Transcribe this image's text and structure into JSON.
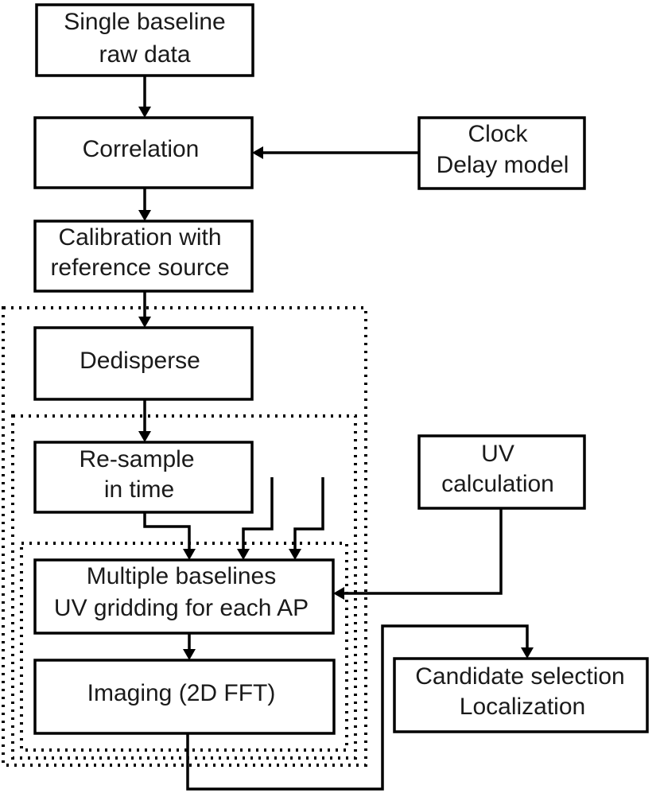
{
  "diagram": {
    "nodes": {
      "raw": {
        "lines": [
          "Single baseline",
          "raw data"
        ]
      },
      "correlation": {
        "lines": [
          "Correlation"
        ]
      },
      "clock": {
        "lines": [
          "Clock",
          "Delay model"
        ]
      },
      "calibration": {
        "lines": [
          "Calibration with",
          "reference source"
        ]
      },
      "dedisperse": {
        "lines": [
          "Dedisperse"
        ]
      },
      "resample": {
        "lines": [
          "Re-sample",
          "in time"
        ]
      },
      "uvcalc": {
        "lines": [
          "UV",
          "calculation"
        ]
      },
      "gridding": {
        "lines": [
          "Multiple baselines",
          "UV gridding for each AP"
        ]
      },
      "imaging": {
        "lines": [
          "Imaging (2D FFT)"
        ]
      },
      "candidate": {
        "lines": [
          "Candidate selection",
          "Localization"
        ]
      }
    },
    "edges": [
      {
        "from": "raw",
        "to": "correlation"
      },
      {
        "from": "clock",
        "to": "correlation"
      },
      {
        "from": "correlation",
        "to": "calibration"
      },
      {
        "from": "calibration",
        "to": "dedisperse"
      },
      {
        "from": "dedisperse",
        "to": "resample"
      },
      {
        "from": "resample",
        "to": "gridding"
      },
      {
        "from": "uvcalc",
        "to": "gridding"
      },
      {
        "from": "gridding",
        "to": "imaging"
      },
      {
        "from": "imaging",
        "to": "candidate"
      }
    ]
  }
}
